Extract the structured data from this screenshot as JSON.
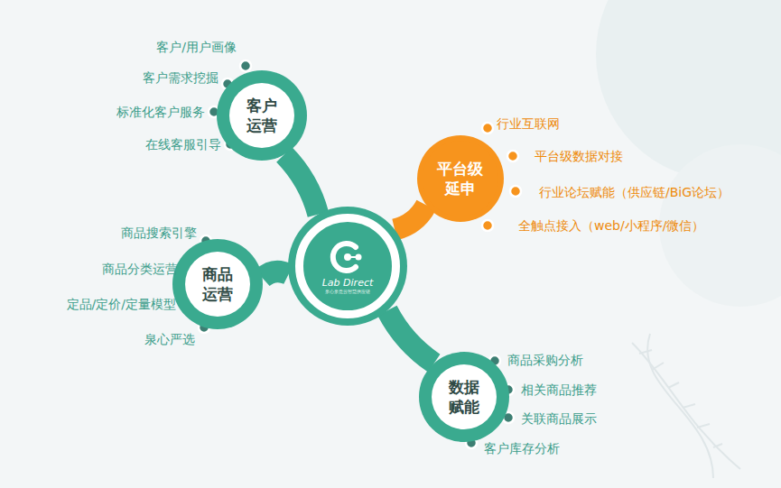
{
  "diagram": {
    "nodes": [
      {
        "text": [
          "Lab Direct",
          "泉心泉意云智慧供应链"
        ]
      },
      {
        "text": [
          "客户 运营"
        ]
      },
      {
        "text": [
          "平台级 延申"
        ]
      },
      {
        "text": [
          "商品 运营"
        ]
      },
      {
        "text": [
          "数据 赋能"
        ]
      }
    ],
    "edges": [
      {
        "from": 0,
        "to": 1,
        "arrow": "none"
      },
      {
        "from": 0,
        "to": 2,
        "arrow": "none"
      },
      {
        "from": 0,
        "to": 3,
        "arrow": "none"
      },
      {
        "from": 0,
        "to": 4,
        "arrow": "none"
      }
    ],
    "labels": [
      "客户/用户画像",
      "客户需求挖掘",
      "标准化客户服务",
      "在线客服引导",
      "行业互联网",
      "平台级数据对接",
      "行业论坛赋能（供应链/BiG论坛）",
      "全触点接入（web/小程序/微信）",
      "商品搜索引擎",
      "商品分类运营",
      "定品/定价/定量模型",
      "泉心严选",
      "商品采购分析",
      "相关商品推荐",
      "关联商品展示",
      "客户库存分析"
    ]
  }
}
